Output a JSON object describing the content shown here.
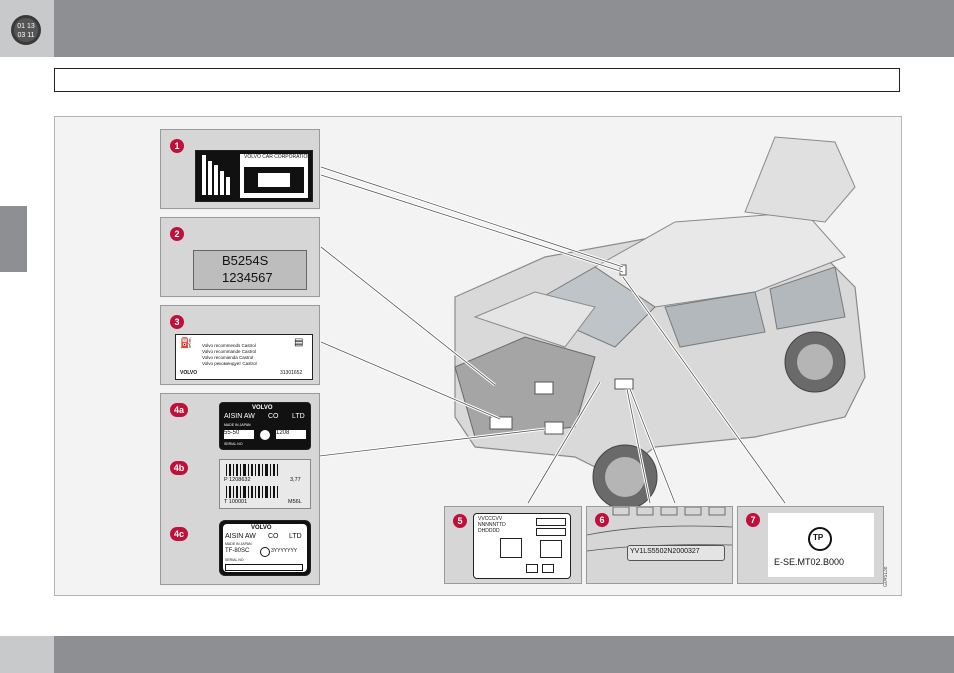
{
  "page": {
    "header_icon": "ignition-lock-icon",
    "header_icon_text": [
      "01 13",
      "03 11"
    ],
    "title_text": ""
  },
  "figure": {
    "code": "G045138",
    "labels": {
      "l1": {
        "badge": "1",
        "text": "VOLVO CAR CORPORATION"
      },
      "l2": {
        "badge": "2",
        "line1": "B5254S",
        "line2": "1234567"
      },
      "l3": {
        "badge": "3",
        "lines": [
          "Volvo recommends Castrol",
          "Volvo recommande Castrol",
          "Volvo recomienda Castrol",
          "Volvo рекомендует Castrol"
        ],
        "brand": "VOLVO",
        "code": "31301652"
      },
      "l4a": {
        "badge": "4a",
        "brand": "VOLVO",
        "maker": "AISIN AW",
        "co": "CO",
        "ltd": "LTD",
        "made": "MADE IN JAPAN",
        "model": "55-50",
        "num": "1208",
        "serial": "SERIAL NO"
      },
      "l4b": {
        "badge": "4b",
        "p_line": "P 1208632",
        "ratio": "3,77",
        "t_line": "T 100001",
        "code": "M56L"
      },
      "l4c": {
        "badge": "4c",
        "brand": "VOLVO",
        "maker": "AISIN AW",
        "co": "CO",
        "ltd": "LTD",
        "made": "MADE IN JAPAN",
        "model": "TF-80SC",
        "num": "3YYYYYYY",
        "serial": "SERIAL NO"
      },
      "l5": {
        "badge": "5",
        "lines": [
          "VVCCCVV",
          "NNNNNTTD",
          "DHDDDD"
        ]
      },
      "l6": {
        "badge": "6",
        "vin": "YV1LS5502N2000327"
      },
      "l7": {
        "badge": "7",
        "mark": "TP",
        "code": "E-SE.MT02.B000"
      }
    }
  },
  "colors": {
    "badge": "#c0103a",
    "bar": "#8d8f92",
    "callout": "#d6d6d6"
  }
}
